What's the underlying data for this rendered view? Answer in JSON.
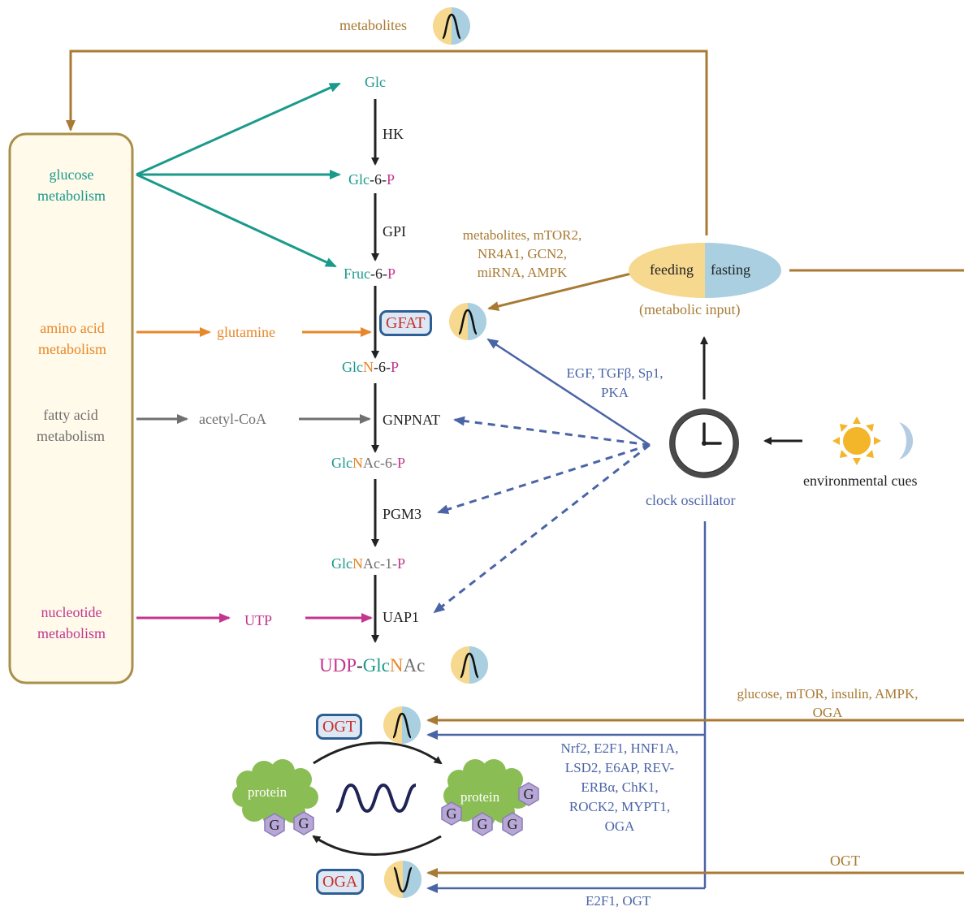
{
  "top_metabolites": "metabolites",
  "pathway": {
    "glc": "Glc",
    "hk": "HK",
    "glc6p": {
      "a": "Glc",
      "b": "-6-",
      "c": "P"
    },
    "gpi": "GPI",
    "fruc6p": {
      "a": "Fruc",
      "b": "-6-",
      "c": "P"
    },
    "gfat": "GFAT",
    "glcn6p": {
      "a": "Glc",
      "b": "N",
      "c": "-6-",
      "d": "P"
    },
    "gnpnat": "GNPNAT",
    "glcnac6p": {
      "a": "Glc",
      "b": "N",
      "c": "Ac-6-",
      "d": "P"
    },
    "pgm3": "PGM3",
    "glcnac1p": {
      "a": "Glc",
      "b": "N",
      "c": "Ac-1-",
      "d": "P"
    },
    "uap1": "UAP1",
    "udpglcnac": {
      "a": "UDP",
      "b": "-",
      "c": "Glc",
      "d": "N",
      "e": "Ac"
    }
  },
  "left_box": {
    "glucose": [
      "glucose",
      "metabolism"
    ],
    "amino": [
      "amino acid",
      "metabolism"
    ],
    "fatty": [
      "fatty acid",
      "metabolism"
    ],
    "nucleotide": [
      "nucleotide",
      "metabolism"
    ]
  },
  "inputs": {
    "glutamine": "glutamine",
    "acetyl_coa": "acetyl-CoA",
    "utp": "UTP"
  },
  "gfat_regulators_brown": [
    "metabolites, mTOR2,",
    "NR4A1, GCN2,",
    "miRNA, AMPK"
  ],
  "gfat_regulators_blue": [
    "EGF, TGFβ, Sp1,",
    "PKA"
  ],
  "feeding": "feeding",
  "fasting": "fasting",
  "metabolic_input": "(metabolic input)",
  "clock_oscillator": "clock oscillator",
  "environmental_cues": "environmental cues",
  "ogt_regulators_brown": [
    "glucose, mTOR, insulin, AMPK,",
    "OGA"
  ],
  "ogt_regulators_blue": [
    "Nrf2, E2F1, HNF1A,",
    "LSD2, E6AP, REV-",
    "ERBα, ChK1,",
    "ROCK2, MYPT1,",
    "OGA"
  ],
  "oga_regulator_brown": "OGT",
  "oga_regulator_blue": "E2F1, OGT",
  "ogt": "OGT",
  "oga": "OGA",
  "protein": "protein",
  "g": "G",
  "colors": {
    "teal": "#1a9a8a",
    "magenta": "#c2368f",
    "orange": "#e8872a",
    "brown": "#a87a33",
    "blue": "#4a64a6",
    "red": "#c8312c",
    "feeding_yellow": "#f6d88e",
    "fasting_blue": "#a9cfe0",
    "box_fill": "#fffaea",
    "box_border": "#a8904a"
  }
}
